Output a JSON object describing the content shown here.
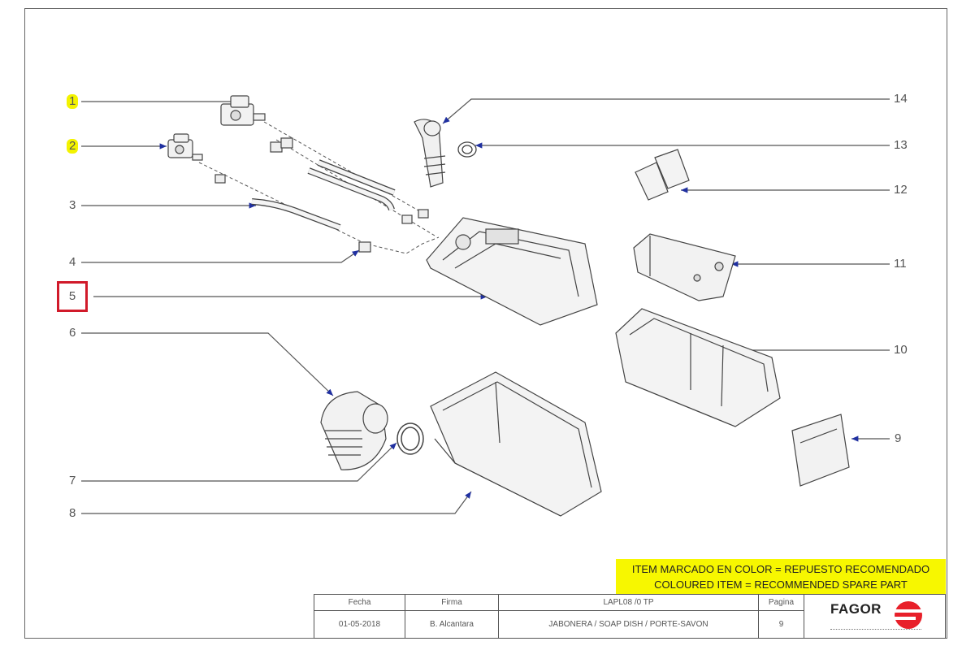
{
  "callouts": {
    "c1": "1",
    "c2": "2",
    "c3": "3",
    "c4": "4",
    "c5": "5",
    "c6": "6",
    "c7": "7",
    "c8": "8",
    "c9": "9",
    "c10": "10",
    "c11": "11",
    "c12": "12",
    "c13": "13",
    "c14": "14"
  },
  "note": {
    "line1": "ITEM MARCADO EN COLOR = REPUESTO RECOMENDADO",
    "line2": "COLOURED ITEM = RECOMMENDED SPARE PART"
  },
  "title_block": {
    "fecha_label": "Fecha",
    "firma_label": "Firma",
    "code": "LAPL08 /0 TP",
    "pagina_label": "Pagina",
    "fecha_value": "01-05-2018",
    "firma_value": "B. Alcantara",
    "description": "JABONERA / SOAP DISH / PORTE-SAVON",
    "pagina_value": "9"
  },
  "logo": {
    "brand": "FAGOR",
    "color": "#e8202a"
  },
  "colors": {
    "highlight": "#f3f300",
    "box": "#d11a2a",
    "note_bg": "#f7f700"
  }
}
